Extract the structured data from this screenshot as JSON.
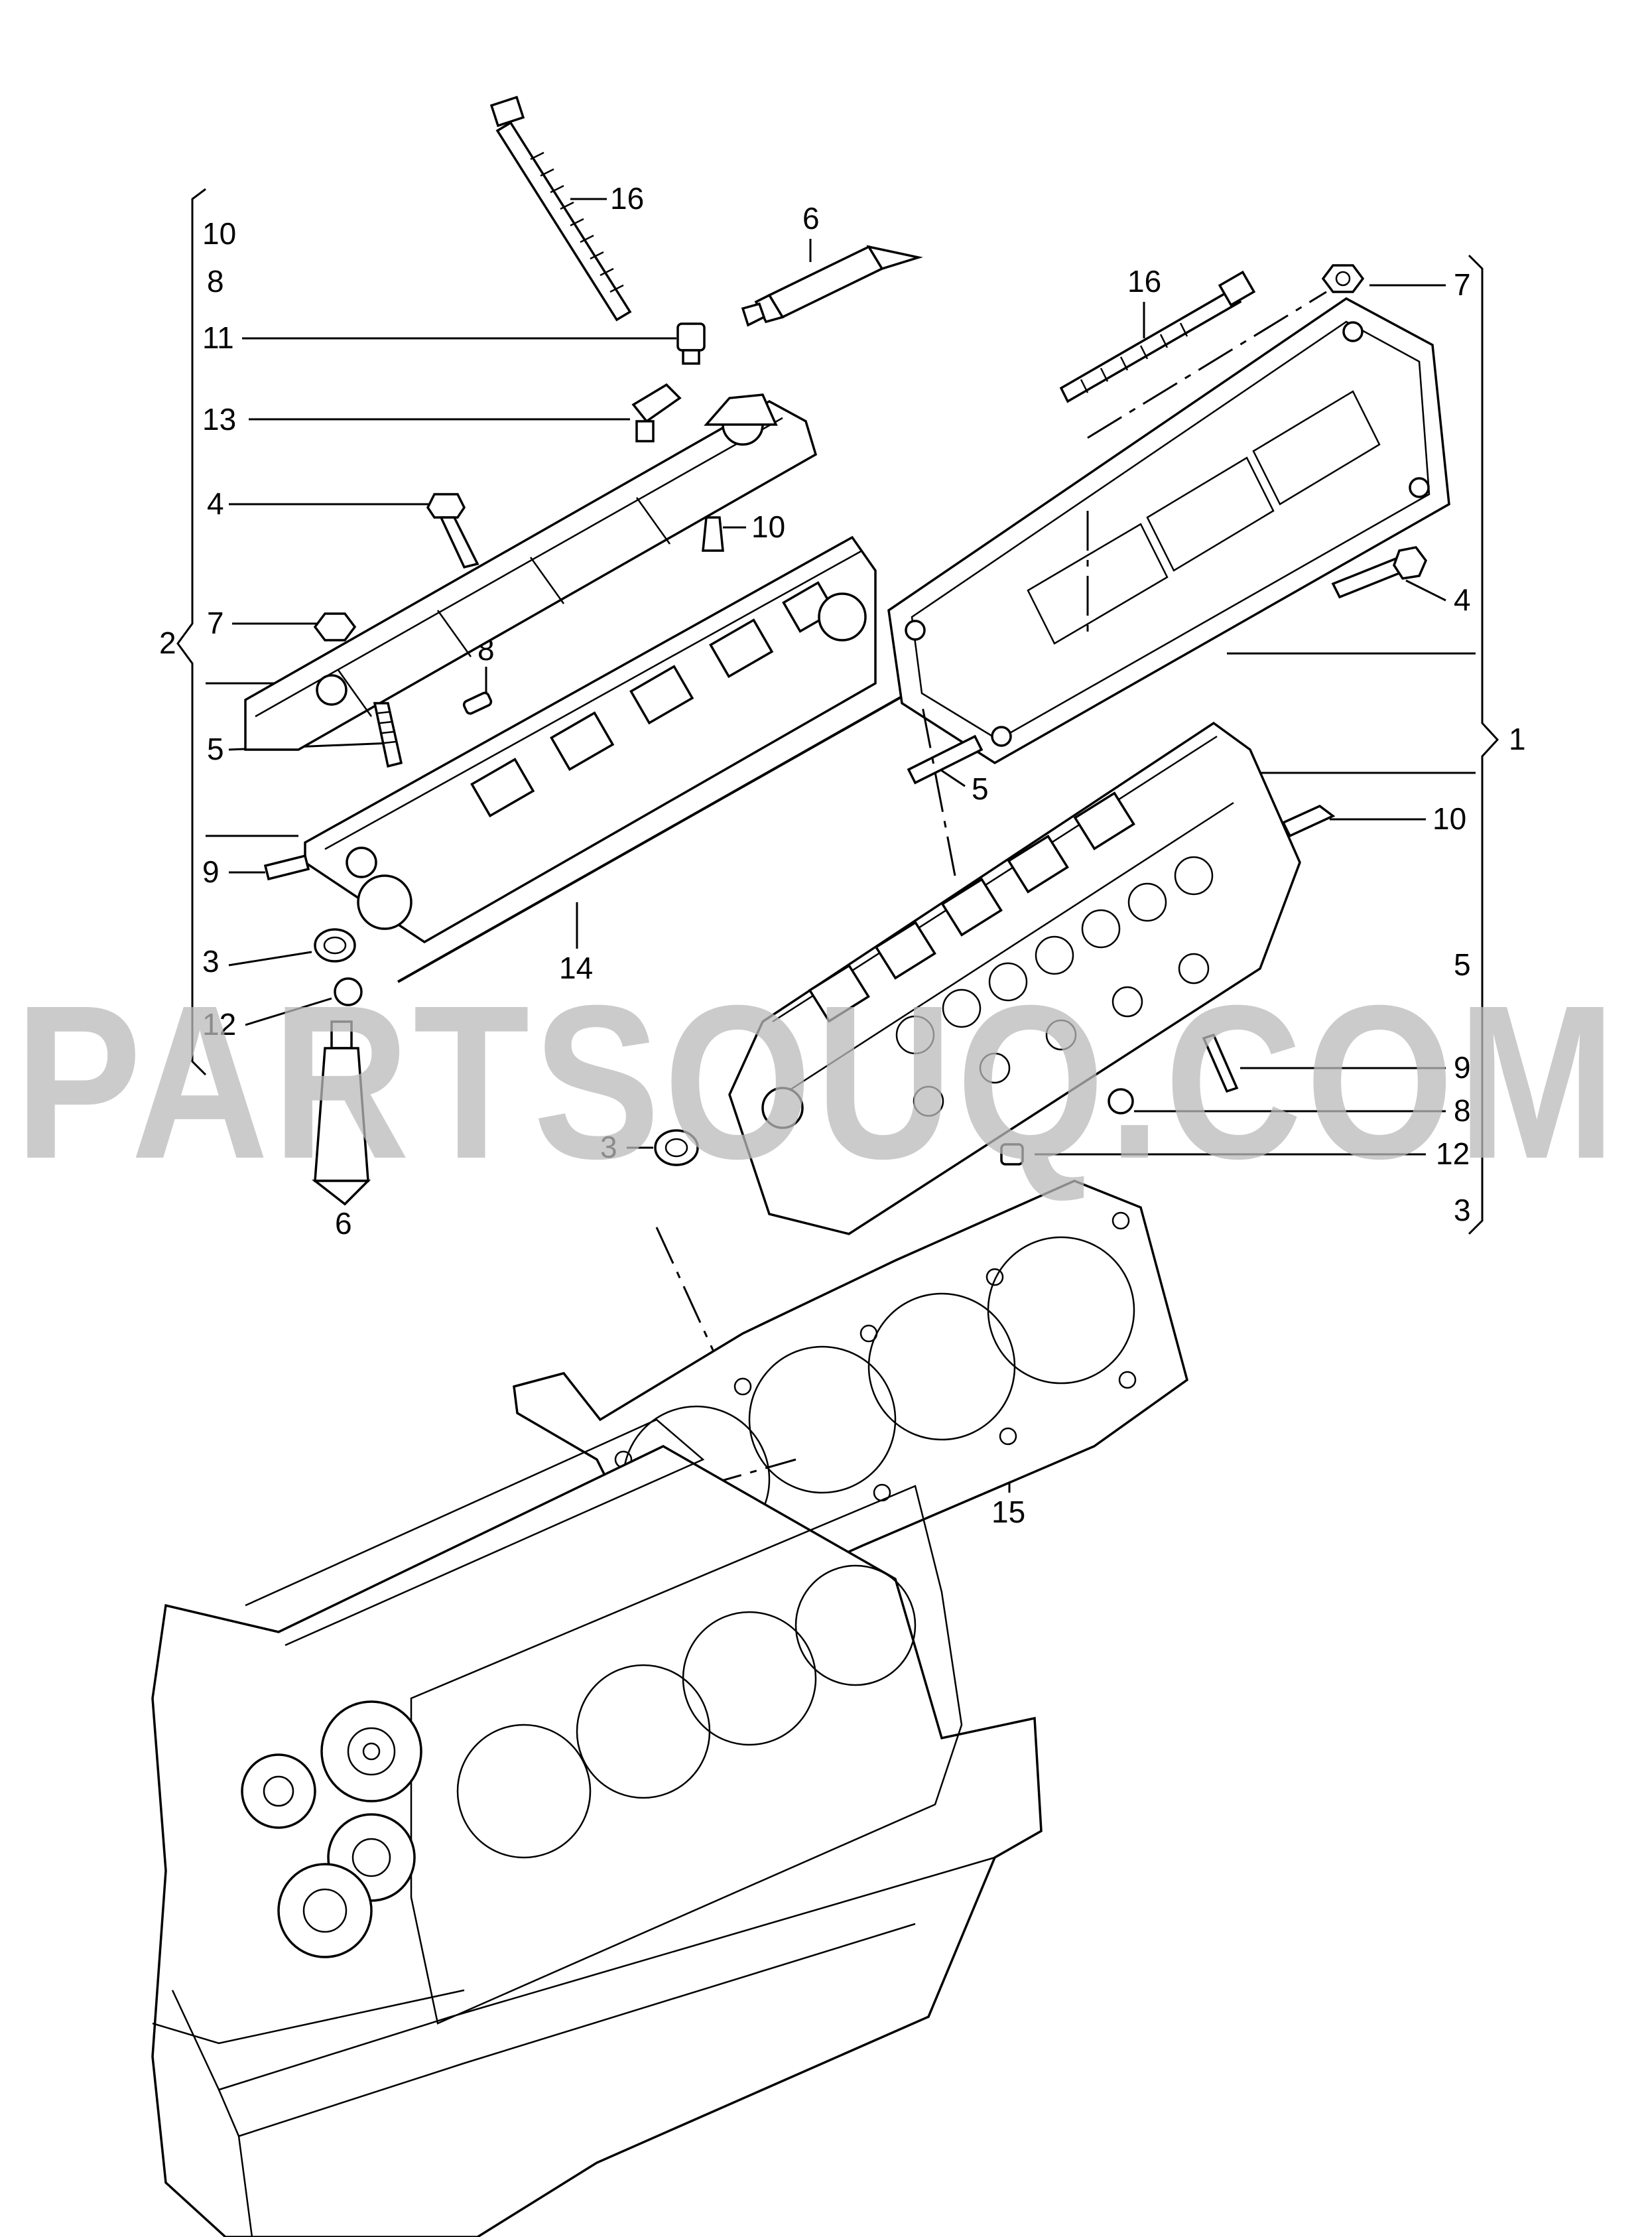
{
  "watermark": "PARTSOUQ.COM",
  "left_group": {
    "bracket_label": "2",
    "items": [
      "10",
      "8",
      "11",
      "13",
      "4",
      "7",
      "5",
      "9",
      "3",
      "12"
    ]
  },
  "right_group": {
    "bracket_label": "1",
    "items": [
      "7",
      "4",
      "5",
      "10",
      "5",
      "9",
      "8",
      "12",
      "3"
    ]
  },
  "callouts": {
    "c16a": "16",
    "c6a": "6",
    "c16b": "16",
    "c10b": "10",
    "c8b": "8",
    "c14": "14",
    "c6b": "6",
    "c3b": "3",
    "c15": "15"
  }
}
